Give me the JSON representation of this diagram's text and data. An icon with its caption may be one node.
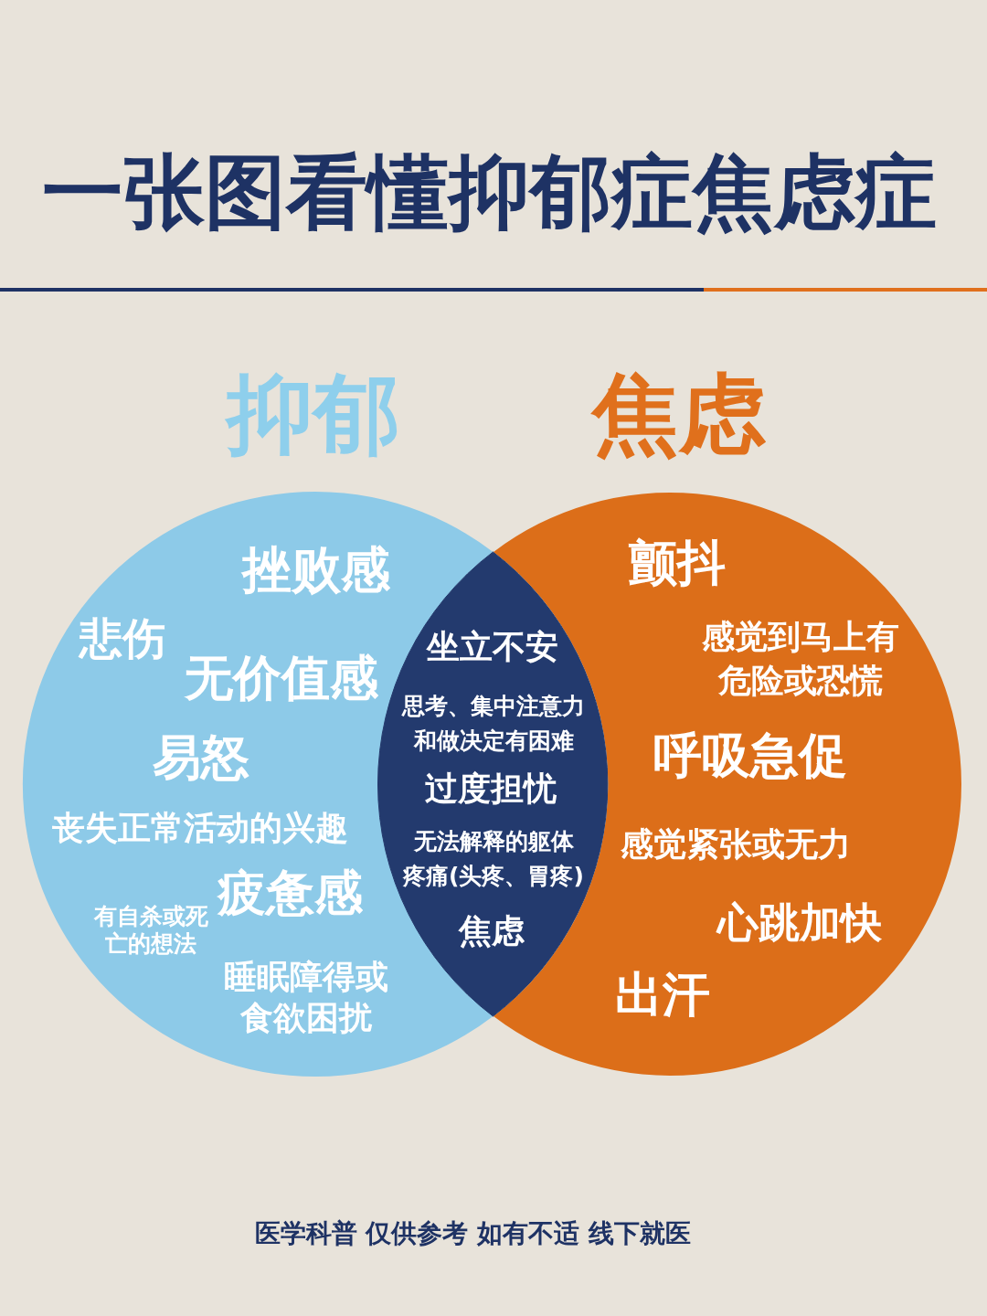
{
  "diagram": {
    "title": "一张图看懂抑郁症焦虑症",
    "nodes": [
      {
        "text": [
          "抑郁",
          "挫败感",
          "悲伤",
          "无价值感",
          "易怒",
          "丧失正常活动的兴趣",
          "疲惫感",
          "有自杀或死亡的想法",
          "睡眠障得或食欲困扰"
        ]
      },
      {
        "text": [
          "坐立不安",
          "思考、集中注意力和做决定有困难",
          "过度担忧",
          "无法解释的躯体疼痛(头疼、胃疼)",
          "焦虑"
        ]
      },
      {
        "text": [
          "焦虑",
          "颤抖",
          "感觉到马上有危险或恐慌",
          "呼吸急促",
          "感觉紧张或无力",
          "心跳加快",
          "出汗"
        ]
      }
    ],
    "labels": [
      "医学科普 仅供参考 如有不适 线下就医"
    ]
  }
}
